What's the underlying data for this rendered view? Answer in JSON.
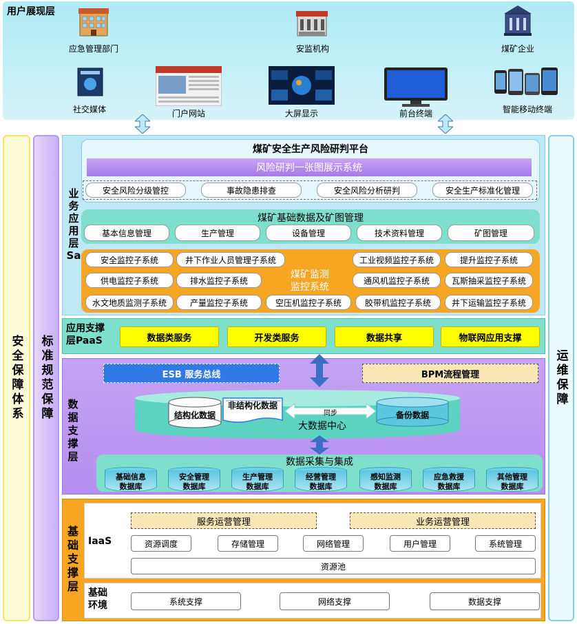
{
  "user_layer": {
    "title": "用户展现层",
    "row1": [
      "应急管理部门",
      "安监机构",
      "煤矿企业"
    ],
    "row2": [
      "社交媒体",
      "门户网站",
      "大屏显示",
      "前台终端",
      "智能移动终端"
    ]
  },
  "left_side": {
    "outer": "安全保障体系",
    "inner": "标准规范保障"
  },
  "right_side": {
    "label": "运维保障"
  },
  "business_layer": {
    "label": "业务应用层Sa",
    "platform_title": "煤矿安全生产风险研判平台",
    "banner": "风险研判一张图展示系统",
    "platform_items": [
      "安全风险分级管控",
      "事故隐患排查",
      "安全风险分析研判",
      "安全生产标准化管理"
    ],
    "basic_title": "煤矿基础数据及矿图管理",
    "basic_items": [
      "基本信息管理",
      "生产管理",
      "设备管理",
      "技术资料管理",
      "矿图管理"
    ],
    "monitor_title_1": "煤矿监测",
    "monitor_title_2": "监控系统",
    "monitor_left": [
      [
        "安全监控子系统",
        "井下作业人员管理子系统"
      ],
      [
        "供电监控子系统",
        "排水监控子系统"
      ],
      [
        "水文地质监测子系统",
        "产量监控子系统"
      ]
    ],
    "monitor_right": [
      [
        "工业视频监控子系统",
        "提升监控子系统"
      ],
      [
        "通风机监控子系统",
        "瓦斯抽采监控子系统"
      ],
      [
        "空压机监控子系统",
        "胶带机监控子系统",
        "井下运输监控子系统"
      ]
    ]
  },
  "paas_layer": {
    "label_1": "应用支撑",
    "label_2": "层PaaS",
    "items": [
      "数据类服务",
      "开发类服务",
      "数据共享",
      "物联网应用支撑"
    ]
  },
  "data_layer": {
    "label": "数据支撑层",
    "esb": "ESB 服务总线",
    "bpm": "BPM流程管理",
    "structured": "结构化数据",
    "unstructured": "非结构化数据",
    "sync": "同步",
    "bigdata": "大数据中心",
    "backup": "备份数据",
    "collect": "数据采集与集成",
    "databases": [
      [
        "基础信息",
        "数据库"
      ],
      [
        "安全管理",
        "数据库"
      ],
      [
        "生产管理",
        "数据库"
      ],
      [
        "经营管理",
        "数据库"
      ],
      [
        "感知监测",
        "数据库"
      ],
      [
        "应急救援",
        "数据库"
      ],
      [
        "其他管理",
        "数据库"
      ]
    ]
  },
  "infra_layer": {
    "label": "基础支撑层",
    "iaas_label": "IaaS",
    "service_ops": "服务运营管理",
    "business_ops": "业务运营管理",
    "iaas_items": [
      "资源调度",
      "存储管理",
      "网络管理",
      "用户管理",
      "系统管理"
    ],
    "pool": "资源池",
    "env_label_1": "基础",
    "env_label_2": "环境",
    "env_items": [
      "系统支撑",
      "网络支撑",
      "数据支撑"
    ]
  },
  "colors": {
    "cyan_bg": "#bfeef7",
    "teal": "#7ee0cc",
    "orange": "#f6a623",
    "purple": "#c49cf0",
    "esb_blue": "#2f7ae5",
    "arrow_blue": "#3a6fc4"
  }
}
